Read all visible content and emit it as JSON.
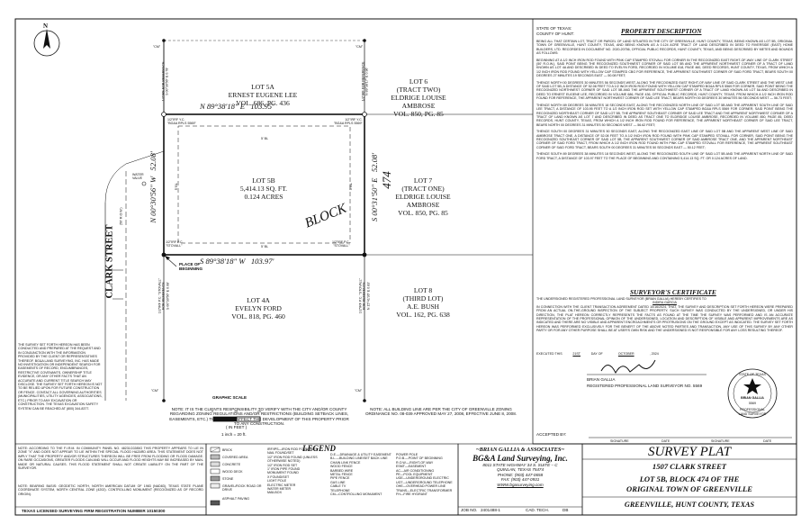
{
  "north_arrow": {
    "symbol": "N"
  },
  "lots": {
    "lot_5a": {
      "title": "LOT 5A",
      "owner": "ERNEST EUGENE LEE",
      "vol": "VOL. 686, PG. 436"
    },
    "lot_6": {
      "title": "LOT 6",
      "sub": "(TRACT TWO)",
      "owner": "ELDRIGE LOUISE",
      "owner2": "AMBROSE",
      "vol": "VOL. 850, PG. 85"
    },
    "lot_5b": {
      "title": "LOT 5B",
      "area_sqft": "5,414.13 SQ. FT.",
      "area_acres": "0.124 ACRES"
    },
    "lot_7": {
      "title": "LOT 7",
      "sub": "(TRACT ONE)",
      "owner": "ELDRIGE LOUISE",
      "owner2": "AMBROSE",
      "vol": "VOL. 850, PG. 85"
    },
    "lot_4a": {
      "title": "LOT 4A",
      "owner": "EVELYN FORD",
      "vol": "VOL. 818, PG. 460"
    },
    "lot_8": {
      "title": "LOT 8",
      "sub": "(THIRD LOT)",
      "owner": "A.E. BUSH",
      "vol": "VOL. 162, PG. 638"
    }
  },
  "calls": {
    "north": "N 89°38'18\" E   103.95'",
    "south": "S 89°38'18\" W   103.97'",
    "west": "N 00°30'56\" W   52.08'",
    "east": "S 00°31'50\" E   52.08'",
    "block": "BLOCK",
    "block_no": "474"
  },
  "monuments": {
    "nw": "1/2\"IRF Y.C.\n\"BG&A RPLS 5569\"",
    "ne": "1/2\"IRF Y.C.\n\"BG&A RPLS 5569\"",
    "sw": "1/2\"IRF P.C.\n\"STOVALL\"",
    "se": "1/2\"IRF P.C.\n\"STOVALL\"",
    "cm1": "\"CM\"",
    "cm2": "\"CM\"",
    "cm3": "\"CM\"",
    "cm4": "\"CM\"",
    "ref_nw": "1/2\"IRF FOR REFERENCE\nS 00°30'56\" E  0.78'",
    "ref_ne": "1/2\"IRF FOR REFERENCE\nN 89°38'17\" E  0.96'",
    "ref_sw": "1/2\"IRF P.C. \"STOVALL\"\nFOR REFERENCE\nS 00°30'56\" E  0.08'",
    "ref_se": "1/2\"IRF P.C. \"STOVALL\"\nFOR REFERENCE\nN 15°41'36\" E  0.83'"
  },
  "setbacks": {
    "top": "5' BL",
    "bottom": "5' BL",
    "left": "5' BL",
    "right": "5' BL"
  },
  "street": {
    "name": "CLARK STREET",
    "row": "(50' R.O.W.)",
    "water": "WATER\nVALVE"
  },
  "beginning": "PLACE OF\nBEGINNING",
  "graphic_scale": {
    "title": "GRAPHIC SCALE",
    "ticks": [
      "0",
      "10",
      "20"
    ],
    "unit": "( IN FEET )",
    "ratio": "1 inch = 20 ft."
  },
  "notes": {
    "zoning_left": "NOTE: IT IS THE CLIENTS RESPONSIBILITY TO VERIFY WITH THE CITY AND/OR COUNTY REGARDING ZONING REGULATIONS AND/OR RESTRICTIONS (BUILDING SETBACK LINES, EASEMENTS, ETC.) THAT COULD AFFECT THE DEVELOPMENT OF THIS PROPERTY PRIOR TO ANY CONSTRUCTION.",
    "zoning_right": "NOTE: ALL BUILDING LINE ARE PER THE CITY OF GREENVILLE ZONING ORDINANCE NO. 08-039 APPROVED MAY 27, 2008, EFFECTIVE JUNE 8, 2008.",
    "survey_purpose": "THE SURVEY SET FORTH HEREON HAS BEEN CONDUCTED AND PREPARED AT THE REQUEST AND IN CONJUNCTION WITH THE INFORMATION PROVIDED BY THE CLIENT OR REPRESENTATIVES THEREOF. BG&A LAND SURVEYING, INC. HAS MADE NO INVESTIGATION OR INDEPENDENT SEARCH FOR EASEMENTS OF RECORD, ENCUMBRANCES, RESTRICTIVE COVENANTS, OWNERSHIP TITLE EVIDENCE, OR ANY OTHER FACTS THAT AN ACCURATE AND CURRENT TITLE SEARCH MAY DISCLOSE. THE SURVEY SET FORTH HEREON IS NOT TO BE RELIED UPON FOR FUTURE CONSTRUCTION OR FENCE. CONTACT ALL GOVERNING AUTHORITIES (MUNICIPALITIES, UTILITY AGENCIES, ASSOCIATIONS, ETC.) PRIOR TO ANY EXCAVATION OR CONSTRUCTION. THE TEXAS EXCAVATION SAFETY SYSTEM CAN BE REACHED AT (800) 344-8377.",
    "flood": "NOTE: ACCORDING TO THE F.I.R.M. IN COMMUNITY PANEL NO. 48231C0285G THIS PROPERTY APPEARS TO LIE IN ZONE \"X\" AND DOES NOT APPEAR TO LIE WITHIN THE SPECIAL FLOOD HAZARD AREA. THIS STATEMENT DOES NOT IMPLY THAT THE PROPERTY AND/OR STRUCTURES THEREON WILL BE FREE FROM FLOODING OR FLOOD DAMAGE. ON RARE OCCASIONS, GREATER FLOODS CAN AND WILL OCCUR AND FLOOD HEIGHTS MAY BE INCREASED BY MAN-MADE OR NATURAL CAUSES. THIS FLOOD STATEMENT SHALL NOT CREATE LIABILITY ON THE PART OF THE SURVEYOR.",
    "bearing": "NOTE: BEARING BASIS: GEODETIC NORTH, NORTH AMERICAN DATUM OF 1983 (NAD83), TEXAS STATE PLANE COORDINATE SYSTEM, NORTH CENTRAL ZONE (4202). CONTROLLING MONUMENT (RECOGNIZED AS OF RECORD ORIGIN).",
    "firm_reg": "TEXAS LICENSED SURVEYING FIRM REGISTRATION NUMBER 10150300"
  },
  "legend": {
    "title": "LEGEND",
    "col1": [
      "BRICK",
      "COVERED AREA",
      "CONCRETE",
      "WOOD DECK",
      "STONE",
      "GRAVEL/ROCK ROAD OR DRIVE",
      "ASPHALT PAVING"
    ],
    "col2": [
      "IRF/IPS—IRON ROD FOUND/SET",
      "NAIL FOUND/SET",
      "1/2\" IRON ROD FOUND (UNLESS OTHERWISE NOTED)",
      "1/2\" IRON ROD SET",
      "1\" IRON PIPE FOUND",
      "MONUMENT FOUND",
      "X FOUND/SET",
      "LIGHT POLE",
      "ELECTRIC METER",
      "WATER METER",
      "MAILBOX"
    ],
    "col3": [
      "D.E.—DRAINAGE & UTILITY EASEMENT",
      "B.L.—BUILDING LINE/SET BACK LINE",
      "CHAIN LINK FENCE",
      "WOOD FENCE",
      "BARBED WIRE",
      "METAL FENCE",
      "PIPE FENCE",
      "GAS LINE",
      "CABLE TV",
      "TELEPHONE",
      "CM—CONTROLLING MONUMENT"
    ],
    "col4": [
      "POWER POLE",
      "P.O.B.—POINT OF BEGINNING",
      "R.O.W.—RIGHT-OF-WAY",
      "ESMT—EASEMENT",
      "AC—AIR CONDITIONING",
      "PE—POOL EQUIPMENT",
      "UGE—UNDERGROUND ELECTRIC",
      "UGT—UNDERGROUND TELEPHONE",
      "OHE—OVERHEAD POWER LINE",
      "TRANS—ELECTRIC TRANSFORMER",
      "FH—FIRE HYDRANT"
    ]
  },
  "company": {
    "name1": "~BRIAN GALLIA & ASSOCIATES~",
    "name2": "BG&A Land Surveying, Inc.",
    "addr1": "8011 STATE HIGHWAY 34 S. SUITE – C",
    "addr2": "QUINLAN, TEXAS 75474",
    "phone": "PHONE: (903) 447-0658",
    "fax": "FAX: (903) 447-0931",
    "web": "WWW.bgasurveying.com"
  },
  "title_block": {
    "plat": "SURVEY PLAT",
    "address": "1507 CLARK STREET",
    "lot": "LOT 5B, BLOCK 474 OF THE",
    "town": "ORIGINAL TOWN OF GREENVILLE",
    "county": "GREENVILLE, HUNT COUNTY, TEXAS",
    "job_label": "JOB NO.",
    "job_no": "2401488-1",
    "cad_label": "CAD. TECH.",
    "cad_tech": "DB"
  },
  "description": {
    "state": "STATE OF TEXAS:",
    "county": "COUNTY OF HUNT:",
    "title": "PROPERTY DESCRIPTION",
    "p1": "BEING ALL THAT CERTAIN LOT, TRACT OR PARCEL OF LAND SITUATED IN THE CITY OF GREENVILLE, HUNT COUNTY, TEXAS, BEING KNOWN AS LOT 5B, ORIGINAL TOWN OF GREENVILLE, HUNT COUNTY, TEXAS, AND BEING KNOWN AS A 0.124 ACRE TRACT OF LAND DESCRIBED IN DEED TO RIVERSIDE (EAST) HOME BUILDERS, LTD. RECORDED IN DOCUMENT NO. 2020-20756, OFFICIAL PUBLIC RECORDS, HUNT COUNTY, TEXAS, AND BEING DESCRIBED BY METES AND BOUNDS AS FOLLOWS:",
    "p2": "BEGINNING AT A 1/2 INCH IRON ROD FOUND WITH PINK CAP STAMPED STOVALL FOR CORNER IN THE RECOGNIZED EAST RIGHT-OF-WAY LINE OF CLARK STREET (50' R.O.W.), SAID POINT BEING THE RECOGNIZED SOUTHWEST CORNER OF SAID LOT 5B AND THE APPARENT NORTHWEST CORNER OF A TRACT OF LAND KNOWN AS LOT 4A AND DESCRIBED IN DEED TO EVELYN FORD, RECORDED IN VOLUME 818, PAGE 460, DEED RECORDS, HUNT COUNTY, TEXAS, FROM WHICH A 1/2 INCH IRON ROD FOUND WITH YELLOW CAP STAMPED CBG FOR REFERENCE, THE APPARENT SOUTHWEST CORNER OF SAID FORD TRACT, BEARS SOUTH 00 DEGREES 27 MINUTES 19 SECONDS EAST — 50.08 FEET;",
    "p3": "THENCE NORTH 00 DEGREES 30 MINUTES 56 SECONDS WEST, ALONG THE RECOGNIZED EAST RIGHT-OF-WAY LINE OF SAID CLARK STREET AND THE WEST LINE OF SAID LOT 5B, A DISTANCE OF 52.08 FEET TO A 1/2 INCH IRON ROD FOUND WITH YELLOW CAP STAMPED BG&A RPLS 5569 FOR CORNER, SAID POINT BEING THE RECOGNIZED NORTHWEST CORNER OF SAID LOT 5B AND THE APPARENT SOUTHWEST CORNER OF A TRACT OF LAND KNOWN AS LOT 5A AND DESCRIBED IN DEED TO ERNEST EUGENE LEE, RECORDED IN VOLUME 686, PAGE 436, OFFICIAL PUBLIC RECORDS, HUNT COUNTY, TEXAS, FROM WHICH A 1/2 INCH IRON ROD FOUND FOR REFERENCE, THE APPARENT NORTHWEST CORNER OF SAID LEE TRACT, BEARS NORTH 00 DEGREES 30 MINUTES 56 SECONDS WEST — 56.73 FEET;",
    "p4": "THENCE NORTH 89 DEGREES 38 MINUTES 18 SECONDS EAST, ALONG THE RECOGNIZED NORTH LINE OF SAID LOT 5B AND THE APPARENT SOUTH LINE OF SAID LEE TRACT, A DISTANCE OF 103.95 FEET TO A 1/2 INCH IRON ROD SET WITH YELLOW CAP STAMPED BG&A RPLS 5569 FOR CORNER, SAID POINT BEING THE RECOGNIZED NORTHEAST CORNER OF SAID LOT 5B, THE APPARENT SOUTHEAST CORNER OF SAID LEE TRACT AND THE APPARENT NORTHWEST CORNER OF A TRACT OF LAND KNOWN AS LOT 7 AND DESCRIBED IN DEED AS TRACT ONE TO ELDRIDGE LOUISE AMBROSE, RECORDED IN VOLUME 850, PAGE 85, DEED RECORDS, HUNT COUNTY, TEXAS, FROM WHICH A 1/2 INCH IRON ROD FOUND FOR REFERENCE, THE APPARENT NORTHEAST CORNER OF SAID LEE TRACT, BEARS NORTH 00 DEGREES 31 MINUTES 50 SECONDS WEST — 56.62 FEET;",
    "p5": "THENCE SOUTH 00 DEGREES 31 MINUTES 50 SECONDS EAST, ALONG THE RECOGNIZED EAST LINE OF SAID LOT 5B AND THE APPARENT WEST LINE OF SAID AMBROSE TRACT ONE, A DISTANCE OF 52.08 FEET TO A 1/2 INCH IRON ROD FOUND WITH PINK CAP STAMPED STOVALL FOR CORNER, SAID POINT BEING THE RECOGNIZED SOUTHEAST CORNER OF SAID LOT 5B, THE APPARENT SOUTHWEST CORNER OF SAID AMBROSE TRACT ONE, AND THE APPARENT NORTHEAST CORNER OF SAID FORD TRACT, FROM WHICH A 1/2 INCH IRON ROD FOUND WITH PINK CAP STAMPED STOVALL FOR REFERENCE, THE APPARENT SOUTHEAST CORNER OF SAID FORD TRACT, BEARS SOUTH 00 DEGREES 31 MINUTES 50 SECONDS EAST — 50.12 FEET;",
    "p6": "THENCE SOUTH 89 DEGREES 38 MINUTES 18 SECONDS WEST, ALONG THE RECOGNIZED SOUTH LINE OF SAID LOT 5B AND THE APPARENT NORTH LINE OF SAID FORD TRACT, A DISTANCE OF 103.97 FEET TO THE PLACE OF BEGINNING AND CONTAINING 5,414.13 SQ. FT. OR 0.124 ACRES OF LAND.",
    "cert_title": "SURVEYOR'S CERTIFICATE",
    "cert_p1": "THE UNDERSIGNED REGISTERED PROFESSIONAL LAND SURVEYOR (BRIAN GALLIA) HEREBY CERTIFIES TO",
    "cert_client": "INDIRA GARCIA",
    "cert_p2": "IN CONNECTION WITH THE CLIENT TRANSACTION AGREEMENT DATED 10/16/2024, THAT, THE SURVEY AND DESCRIPTION SET FORTH HEREON WERE PREPARED FROM AN ACTUAL ON-THE-GROUND INSPECTION OF THE SUBJECT PROPERTY; SUCH SURVEY WAS CONDUCTED BY THE UNDERSIGNED, OR UNDER HIS DIRECTION, THE PLAT HEREON CORRECTLY REPRESENTS THE FACTS AS FOUND AT THE TIME THE SURVEY WAS PERFORMED AND IS AN ACCURATE REPRESENTATION OF THE PROFESSIONAL OPINION OF THE UNDERSIGNED, LOCATION AND DESCRIPTION OF VISIBLE AND APPARENT IMPROVEMENTS ARE AS INDICATED AND THERE ARE NO VISIBLE AND APPARENT ENCROACHMENTS OR PROTRUSIONS ON THE GROUND EXCEPT AS INDICATED. THE SURVEY SET FORTH HEREON WAS PERFORMED EXCLUSIVELY FOR THE BENEFIT OF THE ABOVE NOTED PARTIES AND TRANSACTION, ANY USE OF THIS SURVEY BY ANY OTHER PARTY OR FOR ANY OTHER PURPOSE SHALL BE AT USER'S OWN RISK AND THE UNDERSIGNED IS NOT RESPONSIBLE FOR ANY LOSS RESULTING THEREOF.",
    "executed_label": "EXECUTED THIS",
    "executed_day": "21ST",
    "day_of": "DAY OF",
    "executed_month": "OCTOBER",
    "executed_year": ", 2024",
    "surveyor_name": "BRIAN GALLIA",
    "surveyor_title": "REGISTERED PROFESSIONAL LAND SURVEYOR NO. 5569",
    "seal_state": "STATE OF TEXAS",
    "seal_name": "BRIAN GALLIA",
    "seal_no": "5569",
    "seal_prof": "PROFESSIONAL",
    "seal_surv": "LAND SURVEYOR",
    "accepted": "ACCEPTED BY:",
    "sig_labels": [
      "SIGNATURE",
      "DATE",
      "SIGNATURE",
      "DATE"
    ]
  }
}
